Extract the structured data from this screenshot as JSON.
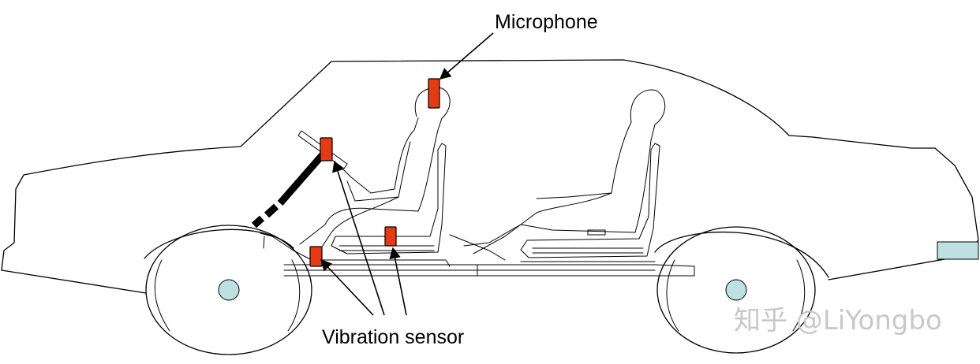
{
  "labels": {
    "microphone": "Microphone",
    "vibration_sensor": "Vibration sensor"
  },
  "watermark": "知乎 @LiYongbo",
  "colors": {
    "sensor": "#e63a12",
    "hub": "#bde0e3",
    "line": "#000000",
    "watermark": "#c8c8c8"
  }
}
